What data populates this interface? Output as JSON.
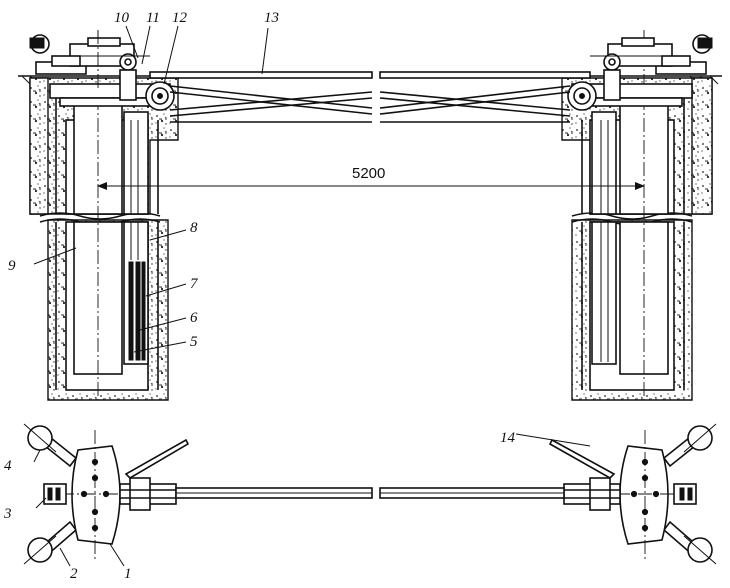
{
  "figure": {
    "labels": [
      "1",
      "2",
      "3",
      "4",
      "5",
      "6",
      "7",
      "8",
      "9",
      "10",
      "11",
      "12",
      "13",
      "14"
    ],
    "dimension": "5200"
  }
}
